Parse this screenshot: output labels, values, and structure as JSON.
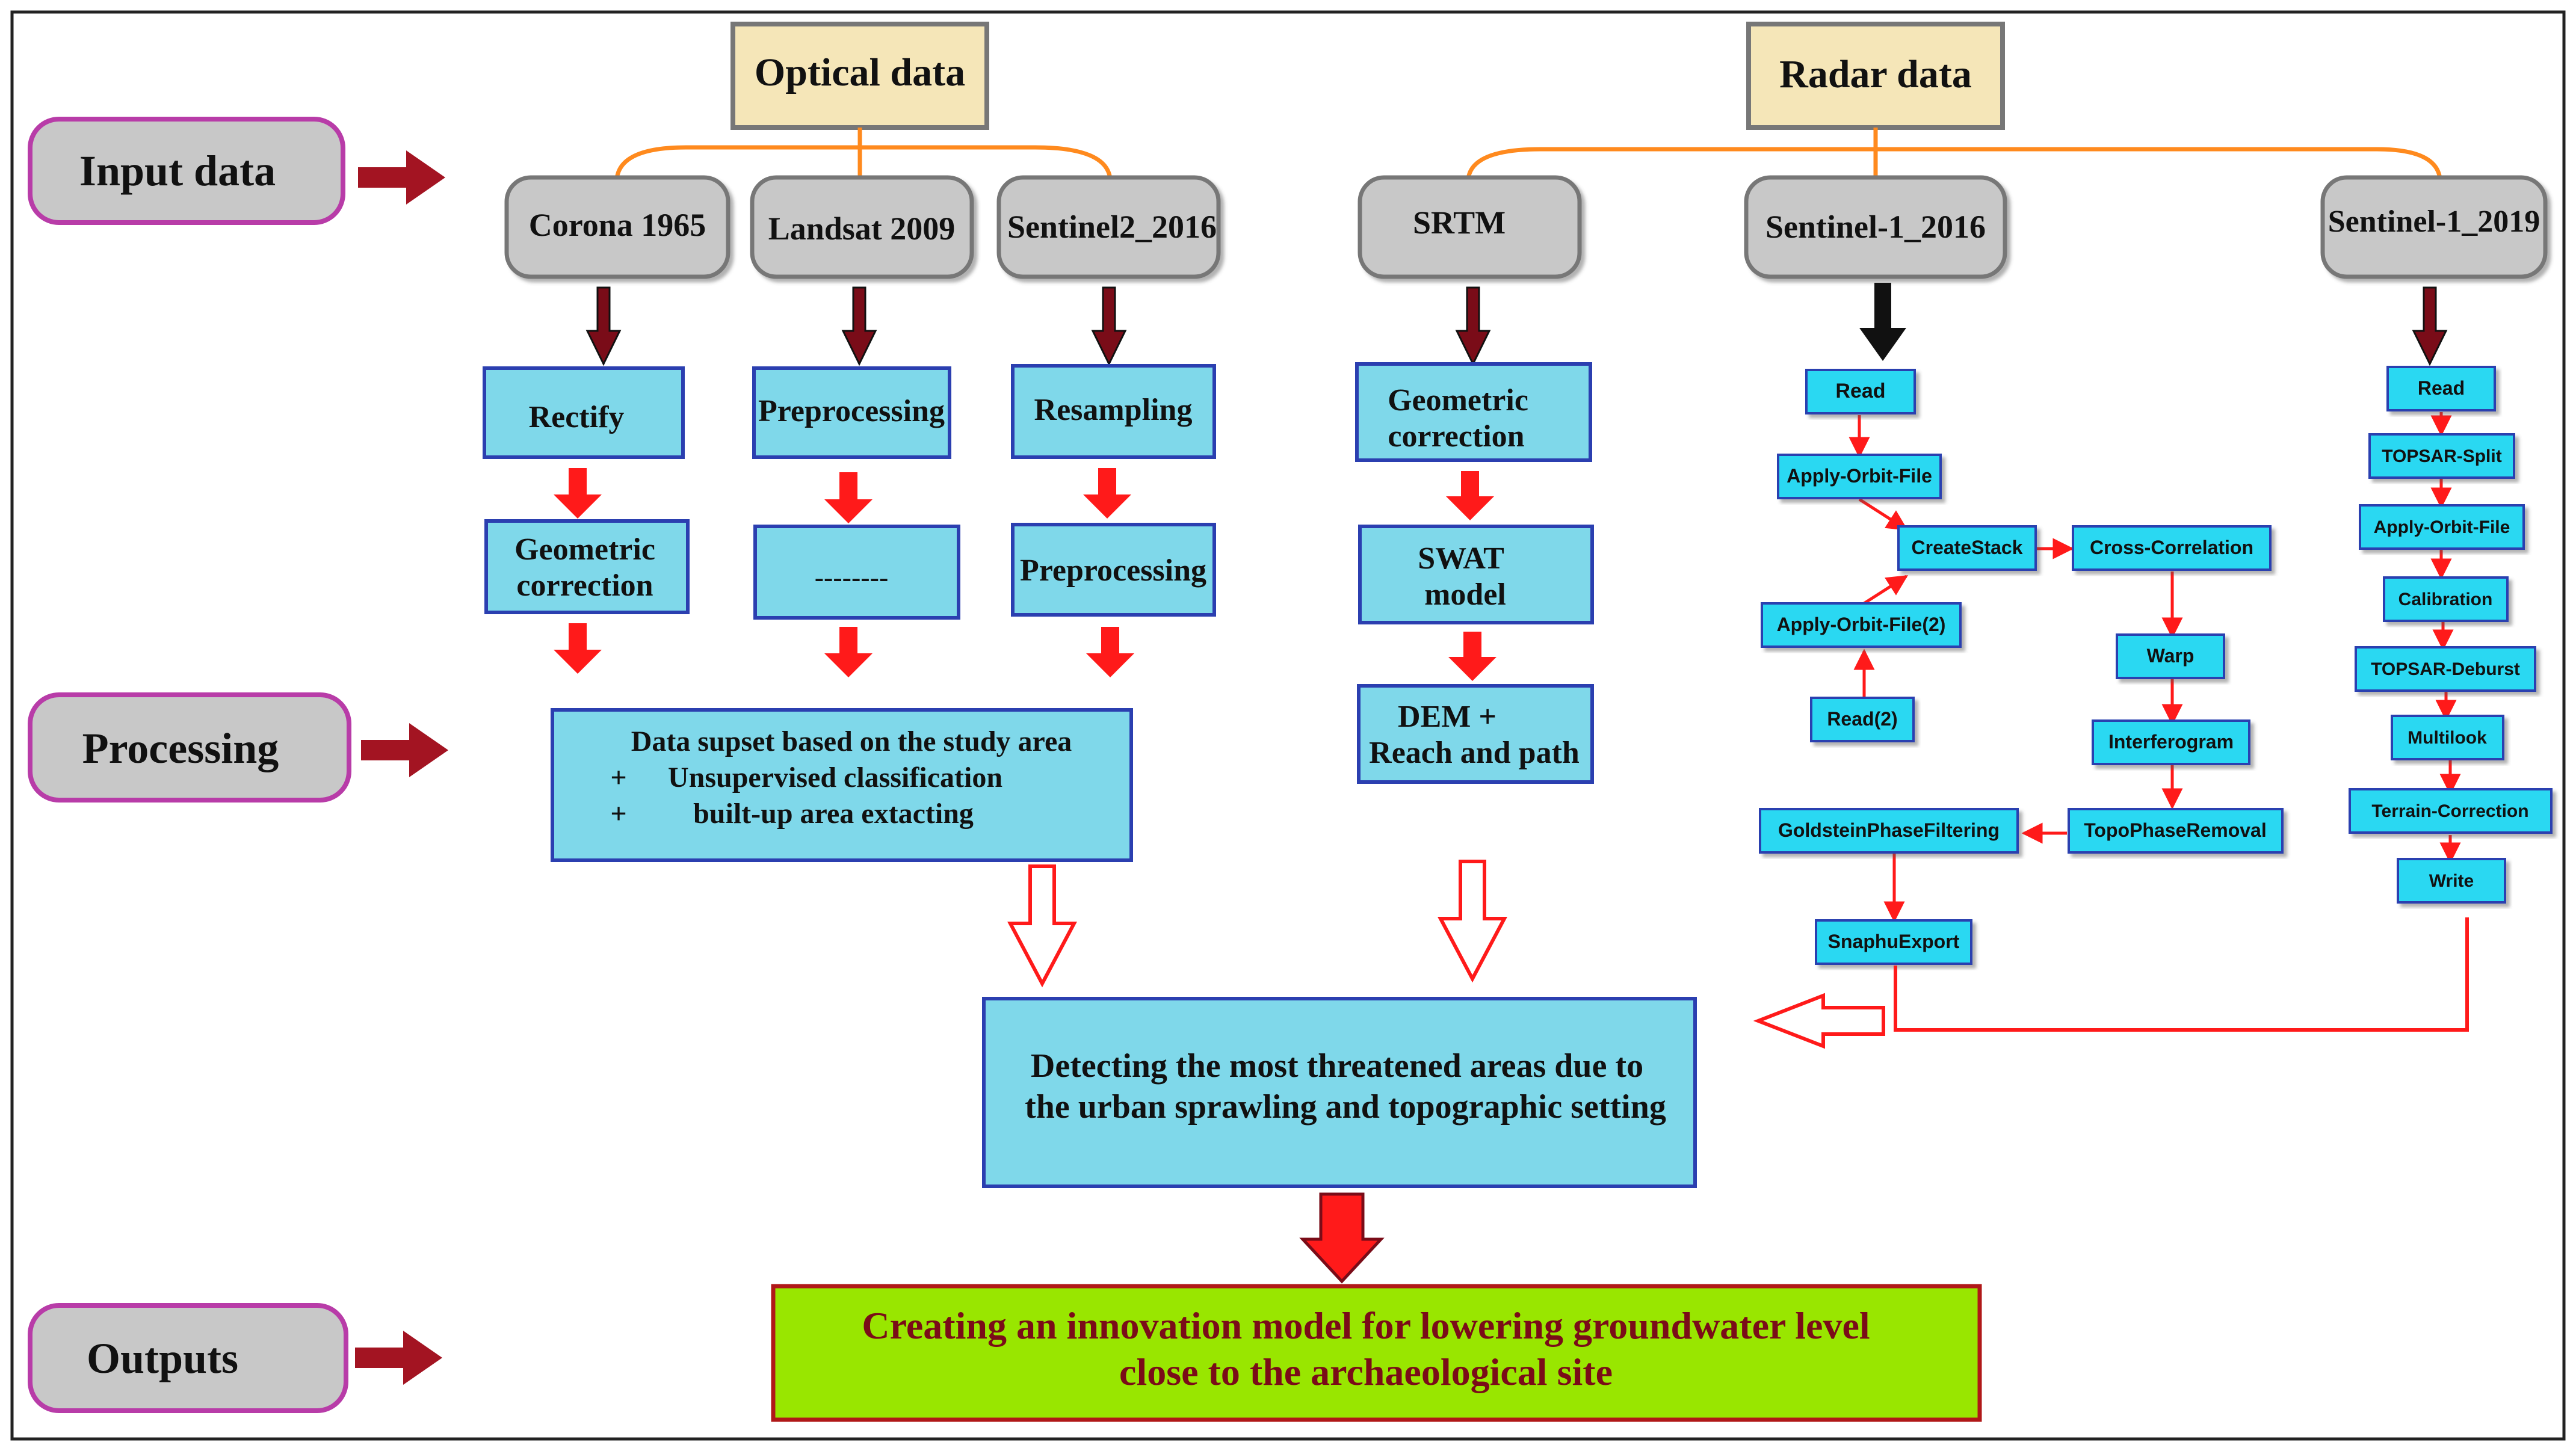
{
  "categories": {
    "input": "Input data",
    "processing": "Processing",
    "outputs": "Outputs"
  },
  "headers": {
    "optical": "Optical data",
    "radar": "Radar data"
  },
  "sources": {
    "corona": "Corona 1965",
    "landsat": "Landsat 2009",
    "sentinel2": "Sentinel2_2016",
    "srtm": "SRTM",
    "s1_2016": "Sentinel-1_2016",
    "s1_2019": "Sentinel-1_2019"
  },
  "optical_steps": {
    "rectify": "Rectify",
    "geo_corona_1": "Geometric",
    "geo_corona_2": "correction",
    "preprocessing_landsat": "Preprocessing",
    "dashes": "--------",
    "resampling": "Resampling",
    "preprocessing_s2": "Preprocessing"
  },
  "optical_merge": {
    "line1": "Data supset based on the study area",
    "line2_marker": "+",
    "line2": "Unsupervised classification",
    "line3_marker": "+",
    "line3": "built-up area extacting"
  },
  "srtm_steps": {
    "geo_1": "Geometric",
    "geo_2": "correction",
    "swat_1": "SWAT",
    "swat_2": "model",
    "dem_1": "DEM +",
    "dem_2": "Reach and path"
  },
  "s1_2016_graph": {
    "read": "Read",
    "apply_orbit": "Apply-Orbit-File",
    "create_stack": "CreateStack",
    "cross_corr": "Cross-Correlation",
    "apply_orbit2": "Apply-Orbit-File(2)",
    "read2": "Read(2)",
    "warp": "Warp",
    "interferogram": "Interferogram",
    "topo_removal": "TopoPhaseRemoval",
    "goldstein": "GoldsteinPhaseFiltering",
    "snaphu": "SnaphuExport"
  },
  "s1_2019_graph": {
    "read": "Read",
    "topsar_split": "TOPSAR-Split",
    "apply_orbit": "Apply-Orbit-File",
    "calibration": "Calibration",
    "deburst": "TOPSAR-Deburst",
    "multilook": "Multilook",
    "terrain": "Terrain-Correction",
    "write": "Write"
  },
  "detect": {
    "line1": "Detecting the most threatened areas due to",
    "line2": "the urban sprawling and topographic setting"
  },
  "output": {
    "line1": "Creating an innovation model for lowering groundwater level",
    "line2": "close to the archaeological site"
  },
  "colors": {
    "header_fill": "#f5e6b8",
    "source_fill": "#c8c8c8",
    "step_fill": "#7fd8ea",
    "step_stroke": "#2b3fb0",
    "output_fill": "#99e600",
    "output_stroke": "#b01818",
    "category_stroke": "#b83ca8",
    "connector_orange": "#ff8a1e",
    "dark_arrow": "#7a0c18",
    "red_arrow": "#ff1a1a"
  }
}
